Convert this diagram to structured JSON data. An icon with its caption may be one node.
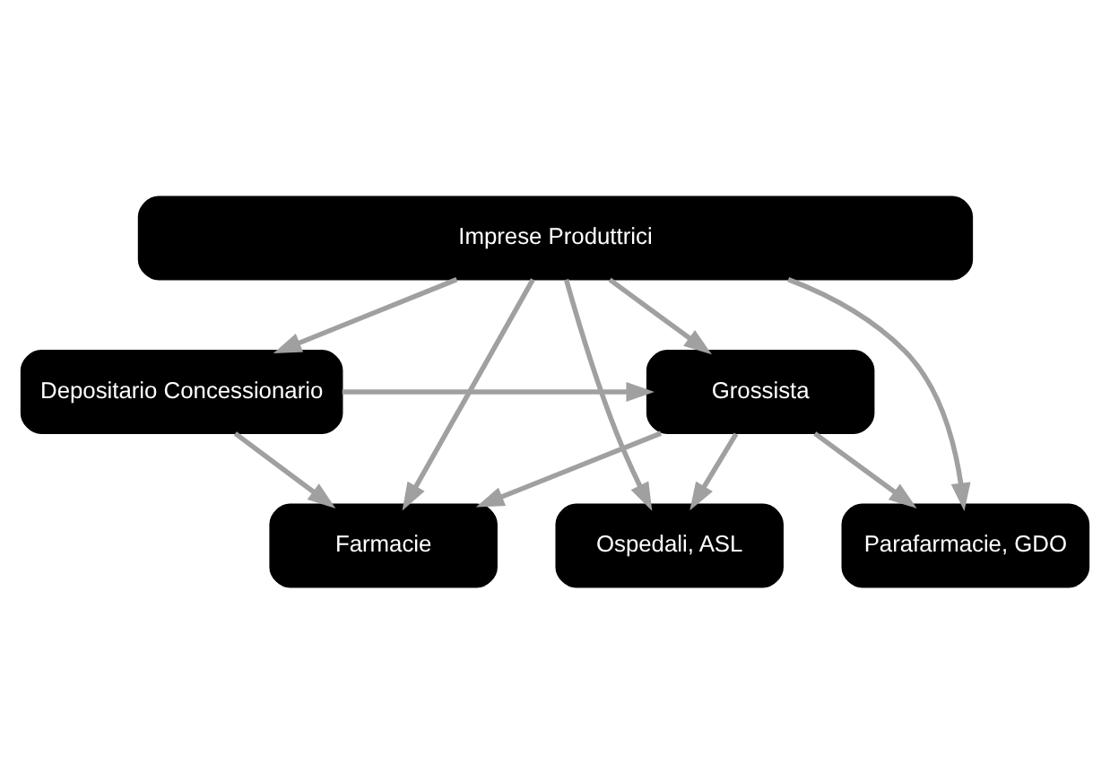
{
  "diagram": {
    "nodes": [
      {
        "text": [
          "Imprese Produttrici"
        ]
      },
      {
        "text": [
          "Depositario Concessionario"
        ]
      },
      {
        "text": [
          "Grossista"
        ]
      },
      {
        "text": [
          "Ospedali, ASL"
        ]
      },
      {
        "text": [
          "Parafarmacie, GDO"
        ]
      },
      {
        "text": [
          "Farmacie"
        ]
      }
    ],
    "edges": [
      {
        "from": 0,
        "to": 3,
        "arrow": "to"
      },
      {
        "from": 0,
        "to": 1,
        "arrow": "to"
      },
      {
        "from": 0,
        "to": 4,
        "arrow": "to"
      },
      {
        "from": 0,
        "to": 2,
        "arrow": "to"
      },
      {
        "from": 0,
        "to": 5,
        "arrow": "to"
      },
      {
        "from": 1,
        "to": 2,
        "arrow": "to"
      },
      {
        "from": 1,
        "to": 5,
        "arrow": "to"
      },
      {
        "from": 2,
        "to": 3,
        "arrow": "to"
      },
      {
        "from": 2,
        "to": 4,
        "arrow": "to"
      },
      {
        "from": 2,
        "to": 5,
        "arrow": "to"
      }
    ]
  }
}
